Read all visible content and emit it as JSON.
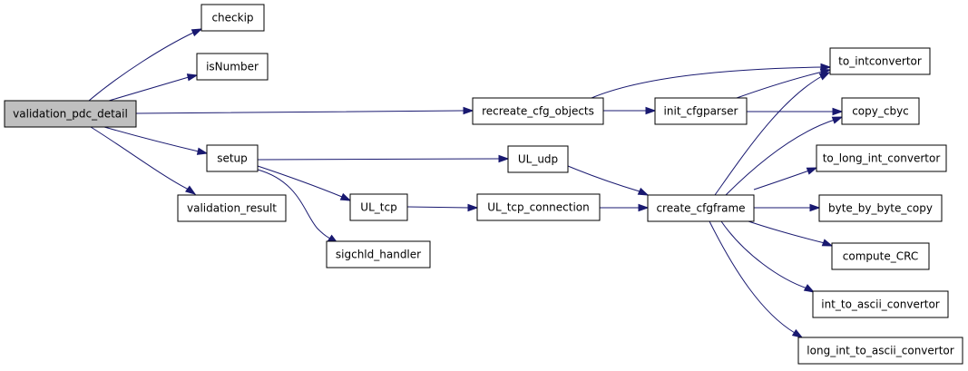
{
  "graph": {
    "edge_color": "#191970",
    "root_fill": "#bfbfbf",
    "nodes": [
      {
        "id": "validation_pdc_detail",
        "label": "validation_pdc_detail"
      },
      {
        "id": "checkip",
        "label": "checkip"
      },
      {
        "id": "isNumber",
        "label": "isNumber"
      },
      {
        "id": "recreate_cfg_objects",
        "label": "recreate_cfg_objects"
      },
      {
        "id": "setup",
        "label": "setup"
      },
      {
        "id": "validation_result",
        "label": "validation_result"
      },
      {
        "id": "init_cfgparser",
        "label": "init_cfgparser"
      },
      {
        "id": "to_intconvertor",
        "label": "to_intconvertor"
      },
      {
        "id": "copy_cbyc",
        "label": "copy_cbyc"
      },
      {
        "id": "UL_udp",
        "label": "UL_udp"
      },
      {
        "id": "UL_tcp",
        "label": "UL_tcp"
      },
      {
        "id": "sigchld_handler",
        "label": "sigchld_handler"
      },
      {
        "id": "UL_tcp_connection",
        "label": "UL_tcp_connection"
      },
      {
        "id": "create_cfgframe",
        "label": "create_cfgframe"
      },
      {
        "id": "to_long_int_convertor",
        "label": "to_long_int_convertor"
      },
      {
        "id": "byte_by_byte_copy",
        "label": "byte_by_byte_copy"
      },
      {
        "id": "compute_CRC",
        "label": "compute_CRC"
      },
      {
        "id": "int_to_ascii_convertor",
        "label": "int_to_ascii_convertor"
      },
      {
        "id": "long_int_to_ascii_convertor",
        "label": "long_int_to_ascii_convertor"
      }
    ],
    "edges": [
      {
        "from": "validation_pdc_detail",
        "to": "checkip"
      },
      {
        "from": "validation_pdc_detail",
        "to": "isNumber"
      },
      {
        "from": "validation_pdc_detail",
        "to": "recreate_cfg_objects"
      },
      {
        "from": "validation_pdc_detail",
        "to": "setup"
      },
      {
        "from": "validation_pdc_detail",
        "to": "validation_result"
      },
      {
        "from": "recreate_cfg_objects",
        "to": "init_cfgparser"
      },
      {
        "from": "recreate_cfg_objects",
        "to": "to_intconvertor"
      },
      {
        "from": "init_cfgparser",
        "to": "to_intconvertor"
      },
      {
        "from": "init_cfgparser",
        "to": "copy_cbyc"
      },
      {
        "from": "setup",
        "to": "UL_udp"
      },
      {
        "from": "setup",
        "to": "UL_tcp"
      },
      {
        "from": "setup",
        "to": "sigchld_handler"
      },
      {
        "from": "UL_udp",
        "to": "create_cfgframe"
      },
      {
        "from": "UL_tcp",
        "to": "UL_tcp_connection"
      },
      {
        "from": "UL_tcp_connection",
        "to": "create_cfgframe"
      },
      {
        "from": "create_cfgframe",
        "to": "to_intconvertor"
      },
      {
        "from": "create_cfgframe",
        "to": "copy_cbyc"
      },
      {
        "from": "create_cfgframe",
        "to": "to_long_int_convertor"
      },
      {
        "from": "create_cfgframe",
        "to": "byte_by_byte_copy"
      },
      {
        "from": "create_cfgframe",
        "to": "compute_CRC"
      },
      {
        "from": "create_cfgframe",
        "to": "int_to_ascii_convertor"
      },
      {
        "from": "create_cfgframe",
        "to": "long_int_to_ascii_convertor"
      }
    ]
  }
}
